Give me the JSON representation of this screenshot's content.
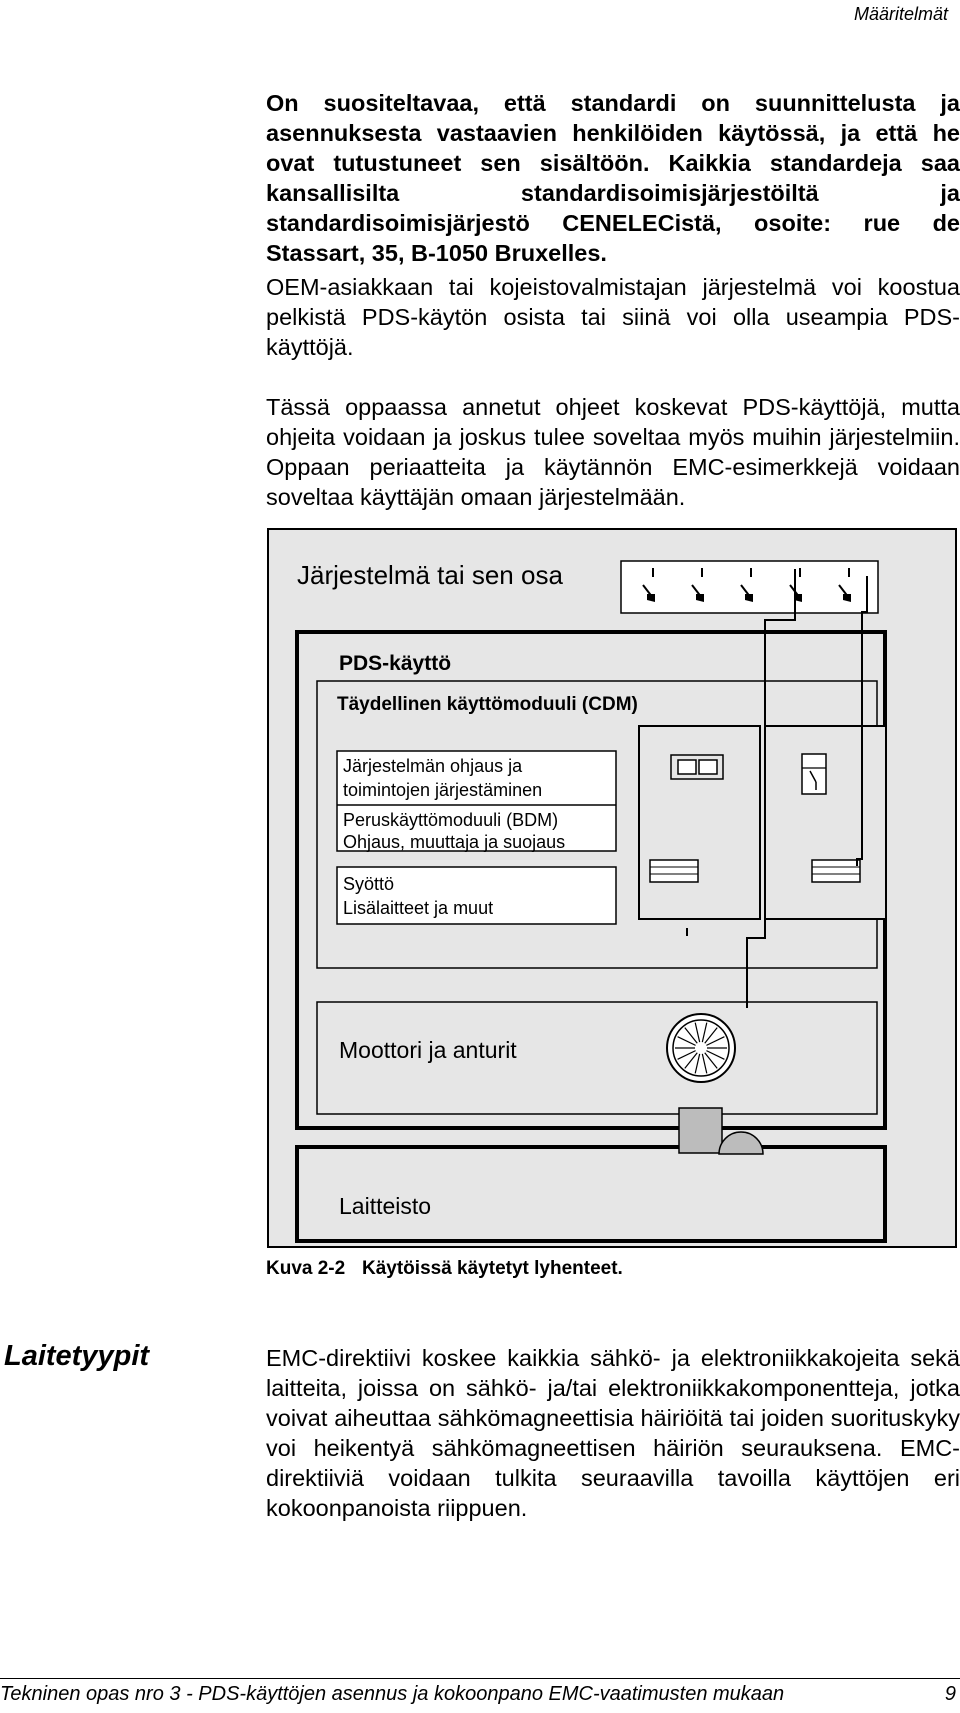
{
  "header": {
    "section": "Määritelmät"
  },
  "paragraphs": {
    "p1": "On suositeltavaa, että standardi on suunnittelusta ja asennuksesta vastaavien henkilöiden käytössä, ja että he ovat tutustuneet sen sisältöön. Kaikkia standardeja saa kansallisilta standardisoimisjärjestöiltä ja standardisoimisjärjestö CENELECistä, osoite: rue de Stassart, 35, B-1050 Bruxelles.",
    "p2": "OEM-asiakkaan tai kojeistovalmistajan järjestelmä voi koostua pelkistä PDS-käytön osista tai siinä voi olla useampia PDS-käyttöjä.",
    "p3": "Tässä oppaassa annetut ohjeet koskevat PDS-käyttöjä, mutta ohjeita voidaan ja joskus tulee soveltaa myös muihin järjestelmiin. Oppaan periaatteita ja käytännön EMC-esimerkkejä voidaan soveltaa käyttäjän omaan järjestelmään."
  },
  "diagram": {
    "system_label": "Järjestelmä tai sen osa",
    "pds_label": "PDS-käyttö",
    "cdm_label": "Täydellinen käyttömoduuli (CDM)",
    "control_line1": "Järjestelmän ohjaus ja",
    "control_line2": "toimintojen järjestäminen",
    "bdm_line1": "Peruskäyttömoduuli (BDM)",
    "bdm_line2": "Ohjaus, muuttaja ja suojaus",
    "supply_line1": "Syöttö",
    "supply_line2": "Lisälaitteet ja muut",
    "motor_label": "Moottori ja anturit",
    "equipment_label": "Laitteisto",
    "switch_count": 5
  },
  "caption": {
    "number": "Kuva 2-2",
    "text": "Käytöissä käytetyt lyhenteet."
  },
  "section": {
    "heading": "Laitetyypit",
    "text": "EMC-direktiivi koskee kaikkia sähkö- ja elektroniikkakojeita sekä laitteita, joissa on sähkö- ja/tai elektroniikkakomponentteja, jotka voivat aiheuttaa sähkömagneettisia häiriöitä tai joiden suorituskyky voi heikentyä sähkömagneettisen häiriön seurauksena. EMC-direktiiviä voidaan tulkita seuraavilla tavoilla käyttöjen eri kokoonpanoista riippuen."
  },
  "footer": {
    "text": "Tekninen opas nro 3 -  PDS-käyttöjen asennus ja kokoonpano EMC-vaatimusten mukaan",
    "page": "9"
  },
  "colors": {
    "panel": "#e6e6e6",
    "line": "#000000"
  }
}
